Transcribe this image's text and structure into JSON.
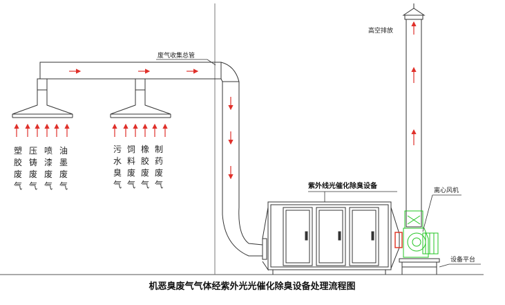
{
  "labels": {
    "main_duct": "废气收集总管",
    "exhaust": "高空排放",
    "equipment": "紫外线光催化除臭设备",
    "fan": "离心风机",
    "platform": "设备平台"
  },
  "sources_left": [
    {
      "text": "塑胶废气"
    },
    {
      "text": "压铸废气"
    },
    {
      "text": "喷漆废气"
    },
    {
      "text": "油墨废气"
    }
  ],
  "sources_right": [
    {
      "text": "污水臭气"
    },
    {
      "text": "饲料废气"
    },
    {
      "text": "橡胶废气"
    },
    {
      "text": "制药废气"
    }
  ],
  "caption": "机恶臭废气气体经紫外光光催化除臭设备处理流程图",
  "colors": {
    "line": "#333333",
    "arrow": "#e0302a",
    "fan": "#22c422",
    "flange": "#e03a2a"
  }
}
